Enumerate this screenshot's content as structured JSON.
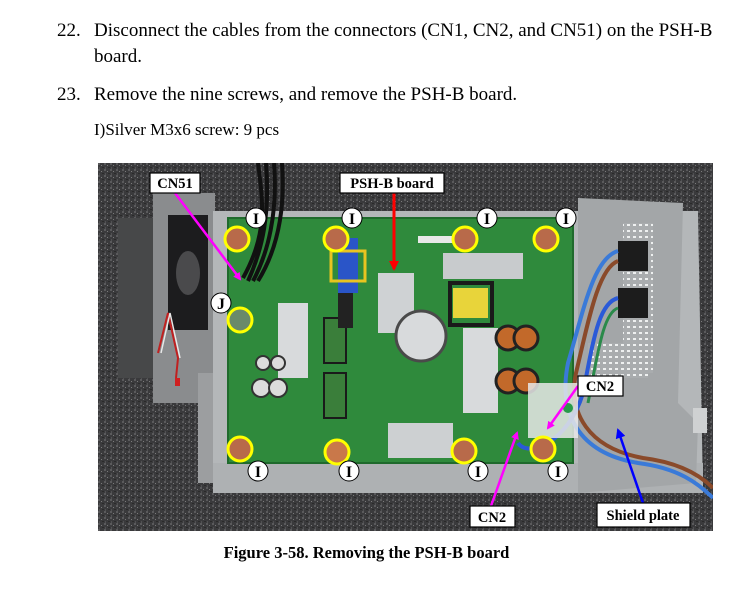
{
  "steps": [
    {
      "number": "22.",
      "text": "Disconnect the cables from the connectors (CN1, CN2, and CN51) on the PSH-B",
      "continuation": "board."
    },
    {
      "number": "23.",
      "text": "Remove the nine screws, and remove the PSH-B board."
    }
  ],
  "screw_note": "I)Silver M3x6 screw: 9 pcs",
  "figure": {
    "caption": "Figure 3-58.  Removing the PSH-B board",
    "callouts": {
      "cn51": "CN51",
      "psh_b_board": "PSH-B board",
      "cn2_right": "CN2",
      "cn2_bottom": "CN2",
      "shield_plate": "Shield plate"
    },
    "screw_markers": {
      "top": [
        "I",
        "I",
        "I",
        "I"
      ],
      "j": "J",
      "bottom": [
        "I",
        "I",
        "I",
        "I"
      ]
    },
    "colors": {
      "cn51_arrow": "#ff00ff",
      "psh_arrow": "#ff0000",
      "cn2_arrow": "#ff00ff",
      "shield_arrow": "#0000ff",
      "screw_circle": "#ffff00"
    }
  }
}
